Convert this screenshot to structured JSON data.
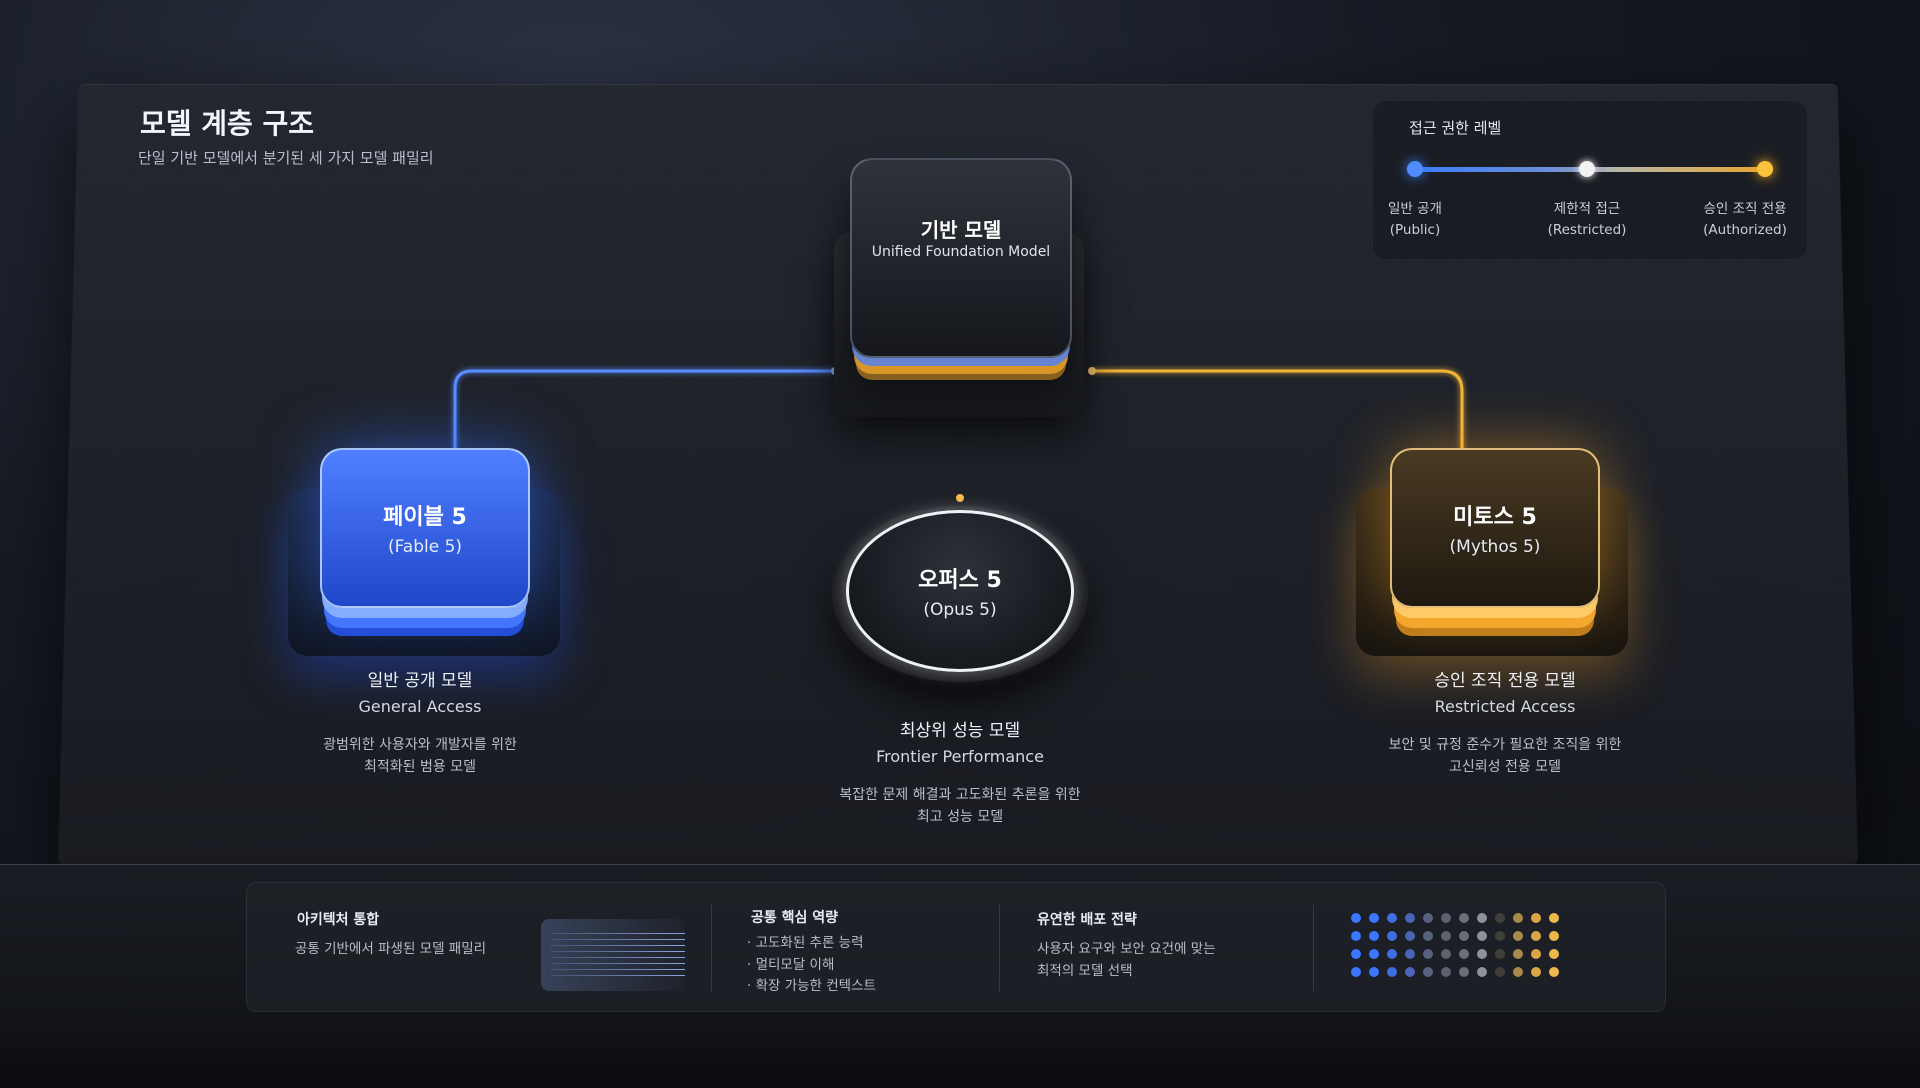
{
  "header": {
    "title": "모델 계층 구조",
    "subtitle": "단일 기반 모델에서 분기된 세 가지 모델 패밀리"
  },
  "access_legend": {
    "title": "접근 권한 레벨",
    "levels": [
      {
        "ko": "일반 공개",
        "en": "(Public)",
        "color": "#4f8dff"
      },
      {
        "ko": "제한적 접근",
        "en": "(Restricted)",
        "color": "#f2f2f2"
      },
      {
        "ko": "승인 조직 전용",
        "en": "(Authorized)",
        "color": "#ffc23d"
      }
    ]
  },
  "foundation": {
    "name": "기반 모델",
    "eng": "Unified Foundation Model"
  },
  "models": {
    "fable": {
      "name": "페이블 5",
      "eng": "(Fable 5)",
      "caption_ko": "일반 공개 모델",
      "caption_en": "General Access",
      "desc_1": "광범위한 사용자와 개발자를 위한",
      "desc_2": "최적화된 범용 모델",
      "color": "#3b6dff"
    },
    "opus": {
      "name": "오퍼스 5",
      "eng": "(Opus 5)",
      "caption_ko": "최상위 성능 모델",
      "caption_en": "Frontier Performance",
      "desc_1": "복잡한 문제 해결과 고도화된 추론을 위한",
      "desc_2": "최고 성능 모델",
      "color": "#eef1f6"
    },
    "mythos": {
      "name": "미토스 5",
      "eng": "(Mythos 5)",
      "caption_ko": "승인 조직 전용 모델",
      "caption_en": "Restricted Access",
      "desc_1": "보안 및 규정 준수가 필요한 조직을 위한",
      "desc_2": "고신뢰성 전용 모델",
      "color": "#f0a82e"
    }
  },
  "bottom_panel": {
    "architecture": {
      "title": "아키텍처 통합",
      "text": "공통 기반에서 파생된 모델 패밀리"
    },
    "core": {
      "title": "공통 핵심 역량",
      "items": [
        "· 고도화된 추론 능력",
        "· 멀티모달 이해",
        "· 확장 가능한 컨텍스트"
      ]
    },
    "deploy": {
      "title": "유연한 배포 전략",
      "line_1": "사용자 요구와 보안 요건에 맞는",
      "line_2": "최적의 모델 선택"
    }
  }
}
